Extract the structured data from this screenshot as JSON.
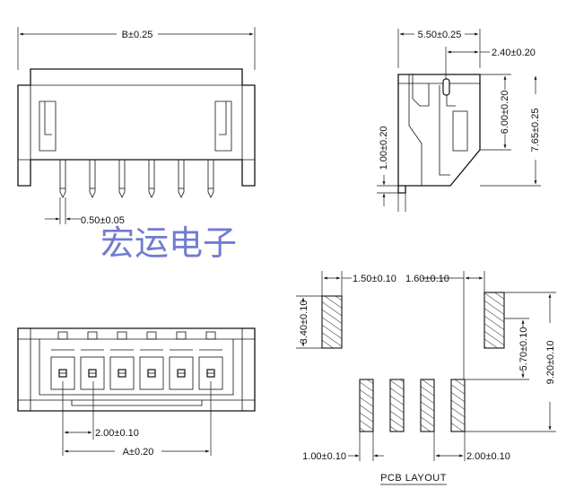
{
  "watermark": "宏运电子",
  "caption": "PCB LAYOUT",
  "front_view": {
    "width_label": "B±0.25",
    "pin_width_label": "0.50±0.05",
    "pin_count": 6
  },
  "side_view": {
    "labels": {
      "depth": "5.50±0.25",
      "offset": "2.40±0.20",
      "inner_height": "6.00±0.20",
      "total_height": "7.65±0.25",
      "standoff": "1.00±0.20"
    }
  },
  "bottom_view": {
    "pitch_label": "2.00±0.10",
    "span_label": "A±0.20"
  },
  "pcb_layout": {
    "labels": {
      "pad_width": "1.50±0.10",
      "gap": "1.60±0.10",
      "pad_height": "3.40±0.10",
      "center_offset": "5.70±0.10",
      "overall": "9.20±0.10",
      "pin_pad_width": "1.00±0.10",
      "pin_pitch": "2.00±0.10"
    }
  }
}
